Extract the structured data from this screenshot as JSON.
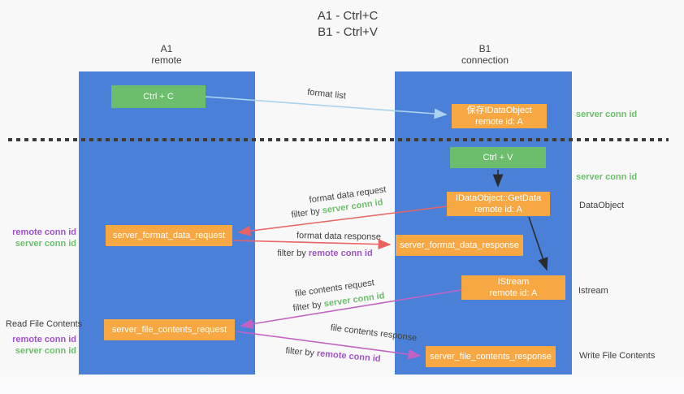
{
  "title": {
    "line1": "A1 - Ctrl+C",
    "line2": "B1 - Ctrl+V"
  },
  "columns": {
    "left": {
      "name": "A1",
      "subtitle": "remote"
    },
    "right": {
      "name": "B1",
      "subtitle": "connection"
    }
  },
  "nodes": {
    "ctrl_c": "Ctrl + C",
    "ctrl_v": "Ctrl + V",
    "save_dataobject": {
      "line1": "保存IDataObject",
      "line2": "remote id: A"
    },
    "getdata": {
      "line1": "IDataObject::GetData",
      "line2": "remote id: A"
    },
    "istream": {
      "line1": "IStream",
      "line2": "remote id: A"
    },
    "format_request": "server_format_data_request",
    "format_response": "server_format_data_response",
    "file_request": "server_file_contents_request",
    "file_response": "server_file_contents_response"
  },
  "labels": {
    "format_list": "format list",
    "format_data_request": "format data request",
    "format_data_response": "format data response",
    "file_contents_request": "file contents request",
    "file_contents_response": "file contents response",
    "filter_by": "filter by",
    "server_conn_id": "server conn id",
    "remote_conn_id": "remote conn id",
    "dataobject": "DataObject",
    "istream": "Istream",
    "read_file_contents": "Read File Contents",
    "write_file_contents": "Write File Contents"
  },
  "colors": {
    "column_blue": "#4A80D8",
    "box_green": "#6CBE6C",
    "box_orange": "#F7A843",
    "arrow_lightblue": "#A9D3EE",
    "arrow_red": "#EA6262",
    "arrow_magenta": "#C263C4",
    "arrow_black": "#2B2B2B",
    "text_green": "#6CBE6C",
    "text_purple": "#A052C8",
    "text_dark": "#3C3C3C"
  }
}
